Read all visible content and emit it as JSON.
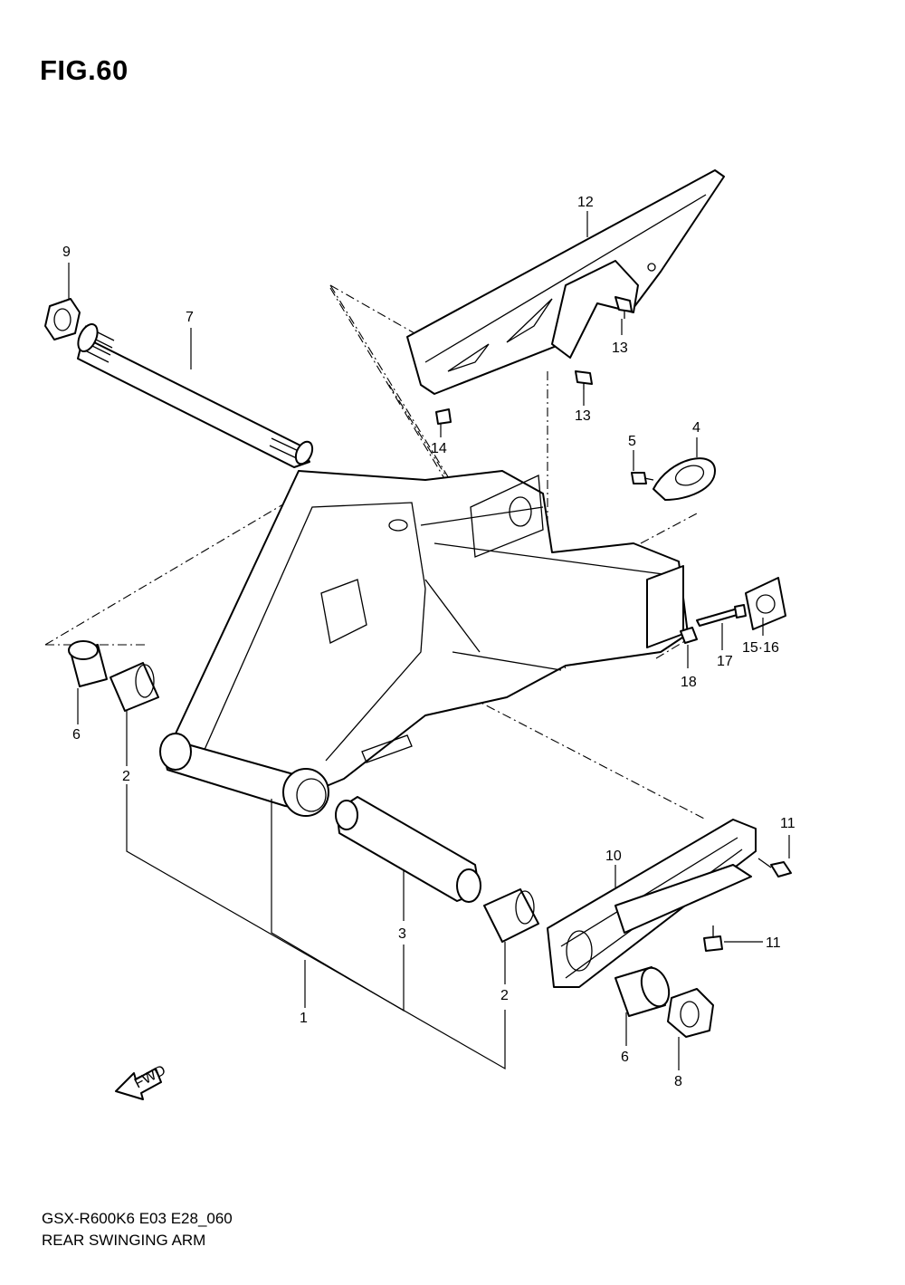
{
  "figure": {
    "title": "FIG.60"
  },
  "footer": {
    "model": "GSX-R600K6 E03 E28_060",
    "name": "REAR SWINGING ARM"
  },
  "fwd_arrow": {
    "label": "FWD"
  },
  "callouts": [
    {
      "id": "c1",
      "label": "1"
    },
    {
      "id": "c2a",
      "label": "2"
    },
    {
      "id": "c2b",
      "label": "2"
    },
    {
      "id": "c3",
      "label": "3"
    },
    {
      "id": "c4",
      "label": "4"
    },
    {
      "id": "c5",
      "label": "5"
    },
    {
      "id": "c6a",
      "label": "6"
    },
    {
      "id": "c6b",
      "label": "6"
    },
    {
      "id": "c7",
      "label": "7"
    },
    {
      "id": "c8",
      "label": "8"
    },
    {
      "id": "c9",
      "label": "9"
    },
    {
      "id": "c10",
      "label": "10"
    },
    {
      "id": "c11a",
      "label": "11"
    },
    {
      "id": "c11b",
      "label": "11"
    },
    {
      "id": "c12",
      "label": "12"
    },
    {
      "id": "c13a",
      "label": "13"
    },
    {
      "id": "c13b",
      "label": "13"
    },
    {
      "id": "c14",
      "label": "14"
    },
    {
      "id": "c1516",
      "label": "15·16"
    },
    {
      "id": "c17",
      "label": "17"
    },
    {
      "id": "c18",
      "label": "18"
    }
  ]
}
